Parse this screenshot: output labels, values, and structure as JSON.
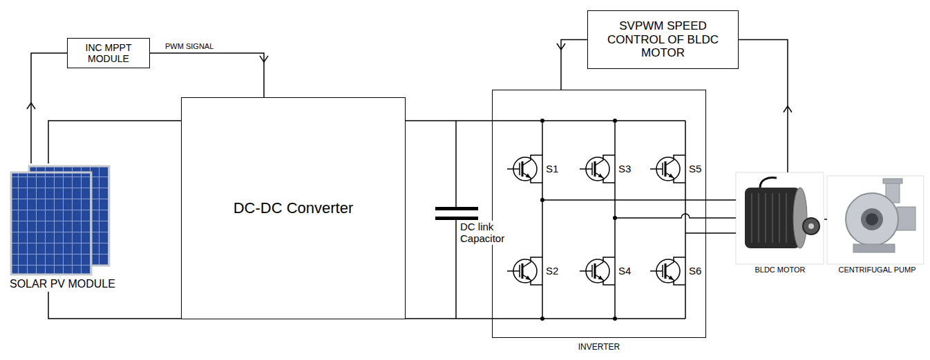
{
  "diagram": {
    "nodes": [
      {
        "text": [
          "INC MPPT MODULE"
        ]
      },
      {
        "text": [
          "SVPWM SPEED CONTROL OF BLDC MOTOR"
        ]
      },
      {
        "text": [
          "SOLAR PV MODULE"
        ]
      },
      {
        "text": [
          "DC-DC Converter"
        ]
      },
      {
        "text": [
          "INVERTER"
        ]
      },
      {
        "text": [
          "BLDC MOTOR"
        ]
      },
      {
        "text": [
          "CENTRIFUGAL PUMP"
        ]
      }
    ],
    "edges": [
      {
        "from": 2,
        "to": 0,
        "arrow": "to"
      },
      {
        "from": 0,
        "to": 3,
        "label": "PWM SIGNAL",
        "arrow": "to"
      },
      {
        "from": 1,
        "to": 4,
        "arrow": "to"
      },
      {
        "from": 5,
        "to": 1,
        "arrow": "to"
      },
      {
        "from": 2,
        "to": 3,
        "arrow": "none"
      },
      {
        "from": 2,
        "to": 3,
        "arrow": "none"
      },
      {
        "from": 3,
        "to": 4,
        "arrow": "none"
      },
      {
        "from": 3,
        "to": 4,
        "arrow": "none"
      },
      {
        "from": 4,
        "to": 5,
        "arrow": "none"
      },
      {
        "from": 4,
        "to": 5,
        "arrow": "none"
      },
      {
        "from": 4,
        "to": 5,
        "arrow": "none"
      },
      {
        "from": 5,
        "to": 6,
        "arrow": "none"
      }
    ],
    "labels": [
      "DC link Capacitor",
      "S1",
      "S3",
      "S5",
      "S2",
      "S4",
      "S6"
    ]
  }
}
